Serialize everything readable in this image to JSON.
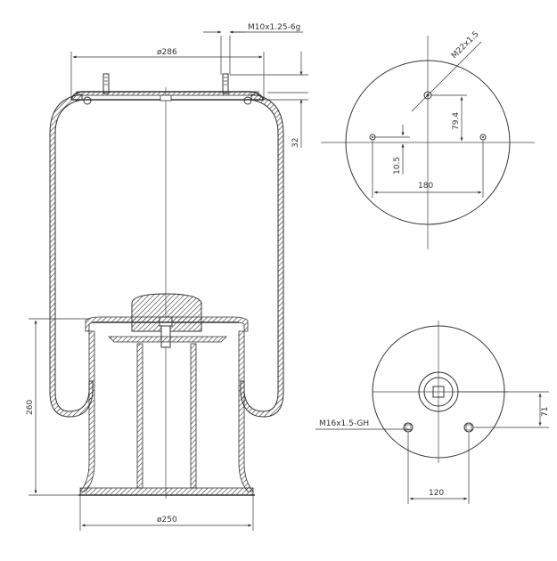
{
  "drawing": {
    "dimensions": {
      "top_thread": "M10x1.25-6g",
      "top_diameter": "ø286",
      "top_height": "32",
      "bottom_height": "260",
      "bottom_diameter": "ø250",
      "top_view_thread": "M22x1.5",
      "top_view_offset_y": "79.4",
      "top_view_offset_small": "10.5",
      "top_view_spacing": "180",
      "bottom_view_thread": "M16x1.5-GH",
      "bottom_view_offset": "71",
      "bottom_view_spacing": "120"
    },
    "colors": {
      "line": "#333333",
      "background": "#ffffff"
    }
  }
}
